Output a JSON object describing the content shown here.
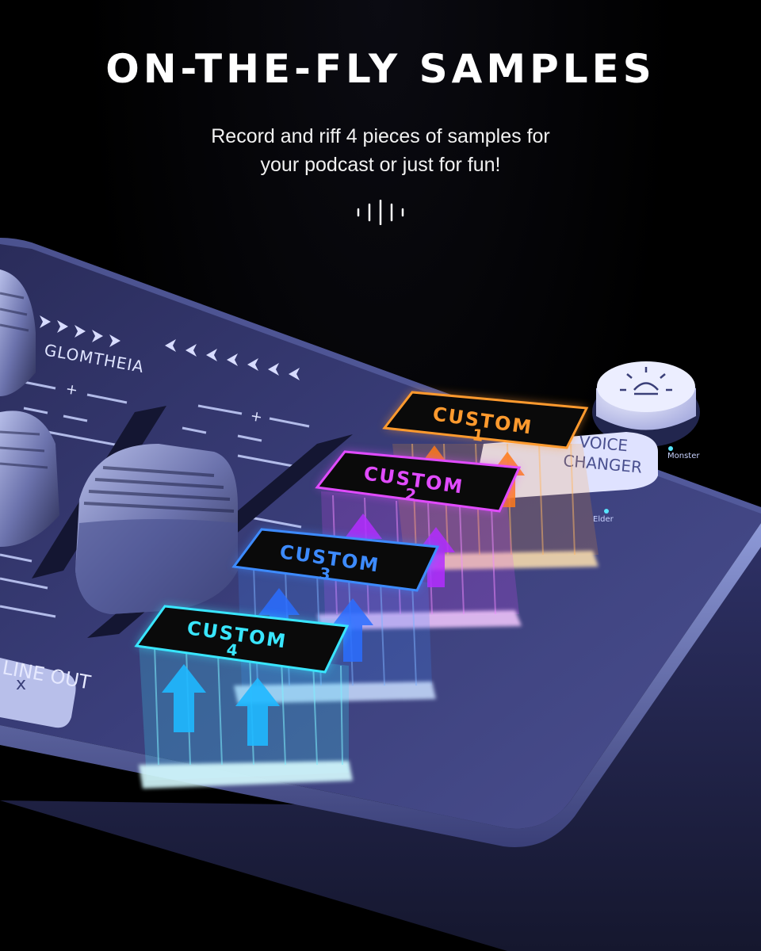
{
  "headline": "ON-THE-FLY SAMPLES",
  "subtitle": {
    "line1": "Record and riff 4 pieces of  samples for",
    "line2": "your podcast or just for fun!"
  },
  "icons": {
    "waveform": "sound-wave-icon",
    "brightness": "sun-icon"
  },
  "device": {
    "brand": "GLOMTHEIA",
    "line_out": "LINE OUT",
    "voice_changer_l1": "VOICE",
    "voice_changer_l2": "CHANGER",
    "monster_label": "Monster",
    "elder_label": "Elder",
    "mute_symbol": "x",
    "scale_mark": "+"
  },
  "pads": [
    {
      "word": "CUSTOM",
      "number": "1",
      "color": "#ff9a2e"
    },
    {
      "word": "CUSTOM",
      "number": "2",
      "color": "#e14bff"
    },
    {
      "word": "CUSTOM",
      "number": "3",
      "color": "#3d8bff"
    },
    {
      "word": "CUSTOM",
      "number": "4",
      "color": "#39e6ff"
    }
  ],
  "colors": {
    "background": "#000000",
    "deck": "#3c3f7a",
    "deck_edge": "#7a86c9"
  }
}
